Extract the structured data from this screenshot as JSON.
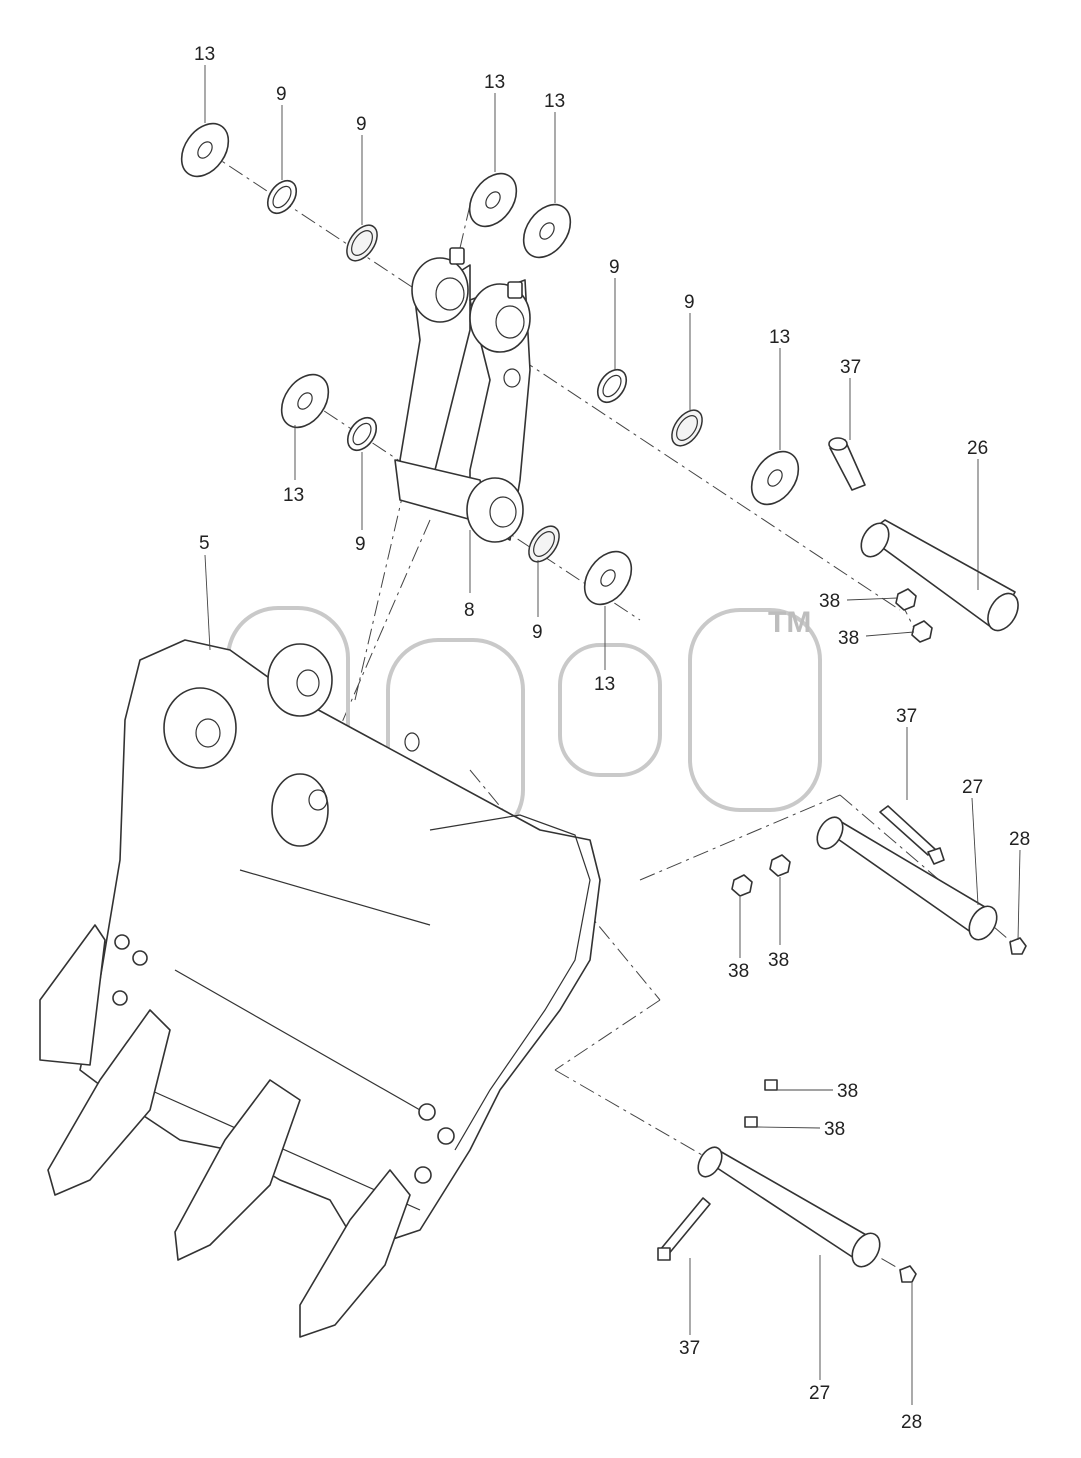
{
  "watermark": {
    "trademark": "TM"
  },
  "callouts": [
    {
      "id": "c1",
      "text": "13"
    },
    {
      "id": "c2",
      "text": "9"
    },
    {
      "id": "c3",
      "text": "9"
    },
    {
      "id": "c4",
      "text": "13"
    },
    {
      "id": "c5",
      "text": "13"
    },
    {
      "id": "c6",
      "text": "9"
    },
    {
      "id": "c7",
      "text": "9"
    },
    {
      "id": "c8",
      "text": "13"
    },
    {
      "id": "c9",
      "text": "37"
    },
    {
      "id": "c10",
      "text": "26"
    },
    {
      "id": "c11",
      "text": "13"
    },
    {
      "id": "c12",
      "text": "9"
    },
    {
      "id": "c13",
      "text": "5"
    },
    {
      "id": "c14",
      "text": "8"
    },
    {
      "id": "c15",
      "text": "9"
    },
    {
      "id": "c16",
      "text": "13"
    },
    {
      "id": "c17",
      "text": "38"
    },
    {
      "id": "c18",
      "text": "38"
    },
    {
      "id": "c19",
      "text": "37"
    },
    {
      "id": "c20",
      "text": "27"
    },
    {
      "id": "c21",
      "text": "28"
    },
    {
      "id": "c22",
      "text": "38"
    },
    {
      "id": "c23",
      "text": "38"
    },
    {
      "id": "c24",
      "text": "38"
    },
    {
      "id": "c25",
      "text": "38"
    },
    {
      "id": "c26",
      "text": "37"
    },
    {
      "id": "c27",
      "text": "27"
    },
    {
      "id": "c28",
      "text": "28"
    }
  ]
}
